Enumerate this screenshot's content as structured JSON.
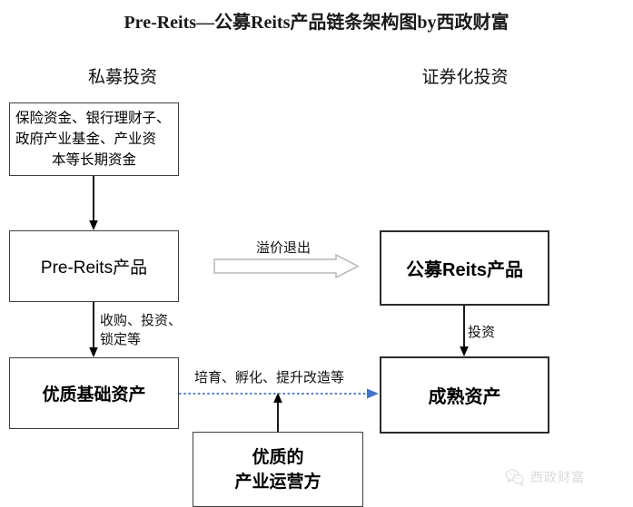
{
  "title": "Pre-Reits—公募Reits产品链条架构图by西政财富",
  "columns": {
    "private": "私募投资",
    "securitization": "证券化投资"
  },
  "nodes": {
    "capital": {
      "line1": "保险资金、银行理财子、",
      "line2": "政府产业基金、产业资",
      "line3": "本等长期资金"
    },
    "prereits": "Pre-Reits产品",
    "quality_assets": "优质基础资产",
    "public_reits": "公募Reits产品",
    "mature_assets": "成熟资产",
    "operator": {
      "line1": "优质的",
      "line2": "产业运营方"
    }
  },
  "edges": {
    "premium_exit": "溢价退出",
    "acquire_line1": "收购、投资、",
    "acquire_line2": "锁定等",
    "invest": "投资",
    "cultivate": "培育、孵化、提升改造等"
  },
  "watermark": {
    "text": "西政财富",
    "icon": "wechat-bubble-icon"
  },
  "colors": {
    "box_border": "#3f3f3f",
    "box_border_strong": "#2b2b2b",
    "connector": "#000000",
    "dotted_arrow": "#4472c4",
    "block_arrow_stroke": "#b7b7b7",
    "text": "#000000",
    "background": "#ffffff"
  }
}
